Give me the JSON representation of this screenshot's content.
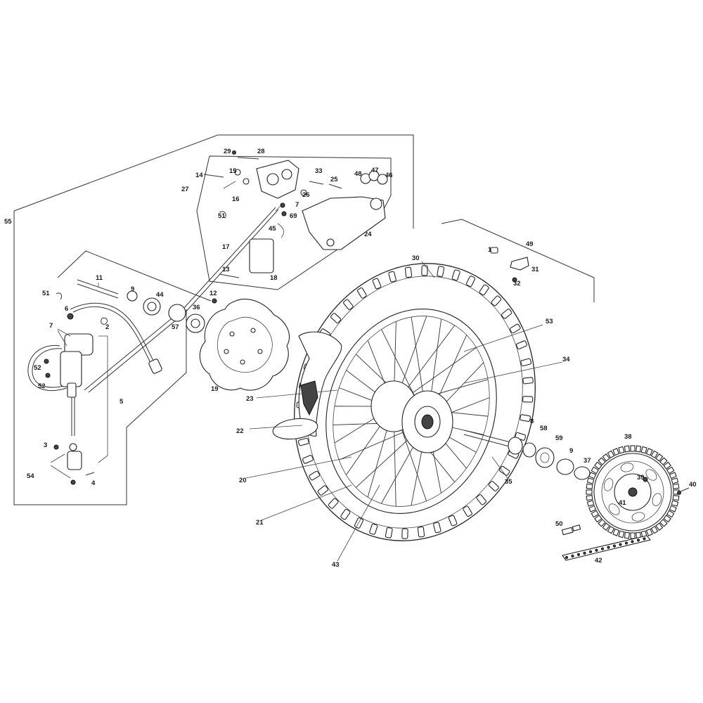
{
  "diagram": {
    "callouts": [
      "55",
      "29",
      "28",
      "27",
      "14",
      "15",
      "16",
      "33",
      "25",
      "48",
      "47",
      "46",
      "26",
      "7",
      "69",
      "51",
      "45",
      "24",
      "17",
      "13",
      "18",
      "11",
      "9",
      "44",
      "6",
      "2",
      "51",
      "7",
      "52",
      "52",
      "5",
      "3",
      "54",
      "4",
      "12",
      "36",
      "57",
      "19",
      "30",
      "1",
      "49",
      "31",
      "32",
      "53",
      "34",
      "23",
      "22",
      "20",
      "21",
      "43",
      "35",
      "8",
      "58",
      "59",
      "9",
      "37",
      "38",
      "39",
      "41",
      "40",
      "50",
      "42"
    ]
  }
}
